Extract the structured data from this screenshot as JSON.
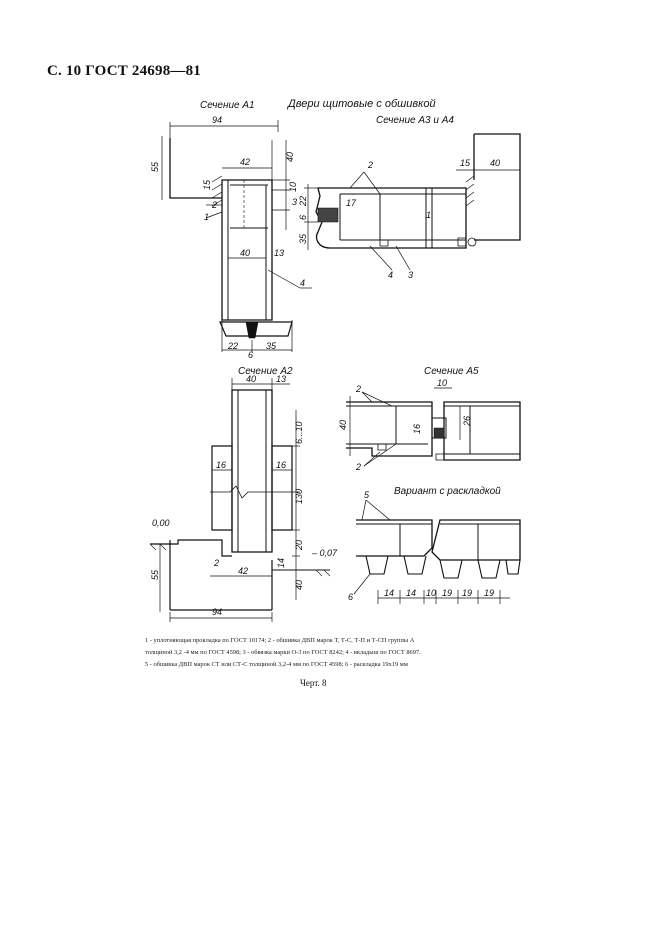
{
  "header": {
    "page_code": "С. 10 ГОСТ 24698—81"
  },
  "titles": {
    "section_a1": "Сечение А1",
    "doors_title": "Двери щитовые с обшивкой",
    "section_a3_a4": "Сечение А3 и А4",
    "section_a2": "Сечение А2",
    "section_a5": "Сечение А5",
    "variant": "Вариант с раскладкой"
  },
  "dims_a1": {
    "d94": "94",
    "d55": "55",
    "d42": "42",
    "d40": "40",
    "d15": "15",
    "d2": "2",
    "d1": "1",
    "d10": "10",
    "d3": "3",
    "d40b": "40",
    "d13": "13",
    "d4": "4",
    "d22": "22",
    "d6": "6",
    "d35": "35"
  },
  "dims_a3": {
    "d15": "15",
    "d40": "40",
    "d2": "2",
    "d17": "17",
    "d22": "22",
    "d6": "6",
    "d35": "35",
    "d1": "1",
    "d4": "4",
    "d3": "3"
  },
  "dims_a2": {
    "d40": "40",
    "d13": "13",
    "d6_10": "6...10",
    "d16a": "16",
    "d16b": "16",
    "d130": "130",
    "d20": "20",
    "d000": "0,00",
    "dm007": "– 0,07",
    "d2": "2",
    "d42": "42",
    "d14": "14",
    "d55": "55",
    "d40b": "40",
    "d94": "94"
  },
  "dims_a5": {
    "d2a": "2",
    "d2b": "2",
    "d40": "40",
    "d10": "10",
    "d26": "26",
    "d16": "16",
    "d5": "5",
    "d6": "6",
    "d14a": "14",
    "d14b": "14",
    "d10b": "10",
    "d19a": "19",
    "d19b": "19",
    "d19c": "19"
  },
  "caption": {
    "line1": "1 - уплотняющая прокладка по ГОСТ 10174; 2 - обшивка ДВП марок Т, Т-С, Т-П и Т-СП группы А",
    "line2": "толщиной 3,2 -4 мм по ГОСТ 4598; 3 - обвязка марки О-3 по ГОСТ 8242; 4 - вкладыш по ГОСТ 8697.",
    "line3": "5 - обшивка ДВП марок СТ или СТ-С толщиной 3,2-4 мм по ГОСТ 4598; 6 - раскладка 19х19 мм"
  },
  "figure_label": "Черт. 8"
}
